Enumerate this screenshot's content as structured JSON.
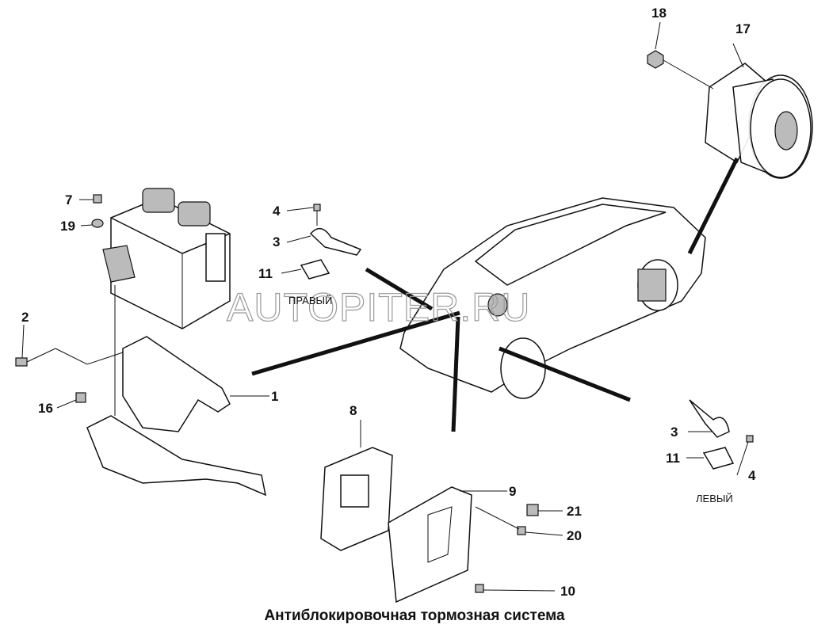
{
  "title": "Антиблокировочная тормозная система",
  "watermark": "AUTOPITER.RU",
  "side_labels": {
    "right": "ПРАВЫЙ",
    "left": "ЛЕВЫЙ"
  },
  "callouts": {
    "c18": "18",
    "c17": "17",
    "c7": "7",
    "c19": "19",
    "c4a": "4",
    "c3a": "3",
    "c11a": "11",
    "c2": "2",
    "c1": "1",
    "c16": "16",
    "c8": "8",
    "c9": "9",
    "c21": "21",
    "c20": "20",
    "c10": "10",
    "c3b": "3",
    "c11b": "11",
    "c4b": "4"
  }
}
